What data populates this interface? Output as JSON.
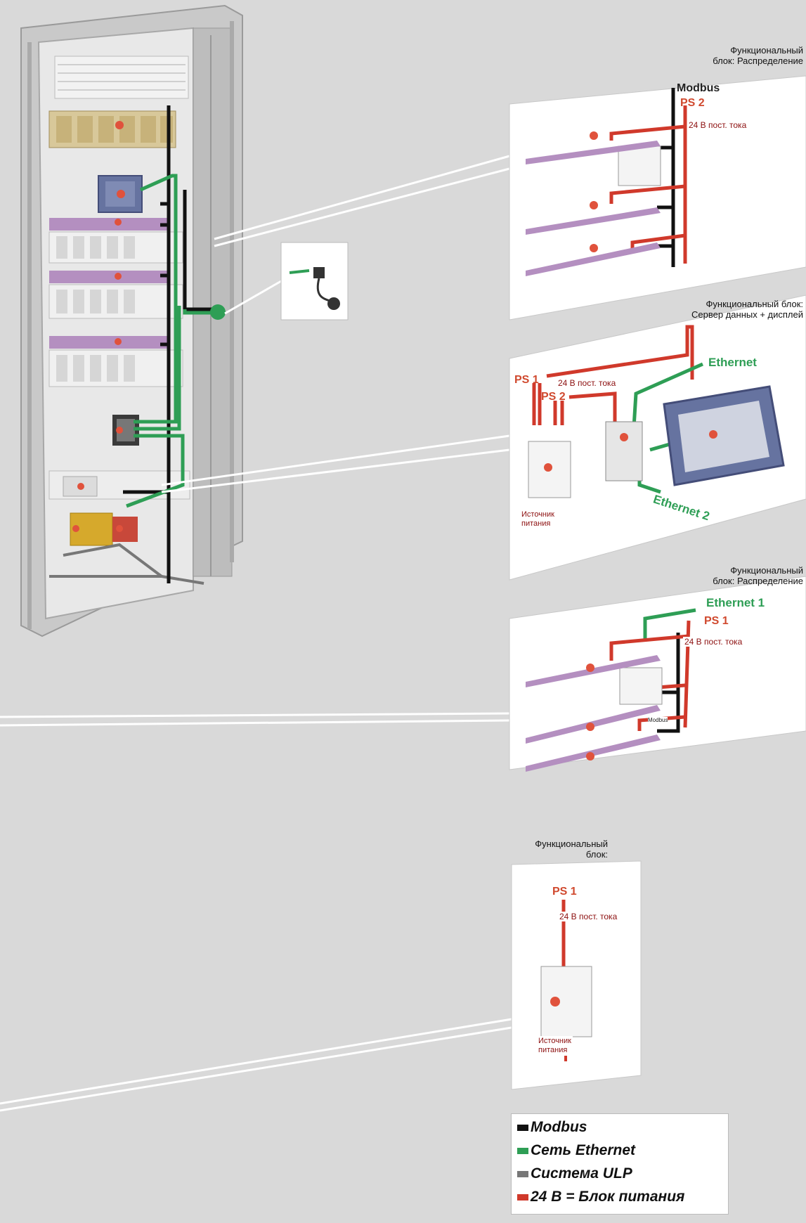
{
  "blocks": [
    {
      "title_line1": "Функциональный",
      "title_line2": "блок: Распределение",
      "modbus": "Modbus",
      "ps": "PS 2",
      "vdc": "24 В пост. тока"
    },
    {
      "title_line1": "Функциональный блок:",
      "title_line2": "Сервер данных + дисплей",
      "ps1": "PS 1",
      "ps2": "PS 2",
      "vdc": "24 В пост. тока",
      "ethernet": "Ethernet",
      "ethernet2": "Ethernet 2",
      "source_line1": "Источник",
      "source_line2": "питания"
    },
    {
      "title_line1": "Функциональный",
      "title_line2": "блок: Распределение",
      "ethernet1": "Ethernet 1",
      "ps": "PS 1",
      "vdc": "24 В пост. тока",
      "modbus_small": "Modbus"
    },
    {
      "title_line1": "Функциональный",
      "title_line2": "блок:",
      "ps": "PS 1",
      "vdc": "24 В пост. тока",
      "source_line1": "Источник",
      "source_line2": "питания"
    }
  ],
  "legend": [
    {
      "label": "Modbus",
      "color": "#111111"
    },
    {
      "label": "Сеть Ethernet",
      "color": "#2e9e55"
    },
    {
      "label": "Система ULP",
      "color": "#777777"
    },
    {
      "label": "24 В = Блок питания",
      "color": "#d0392b"
    }
  ],
  "colors": {
    "modbus": "#111111",
    "ethernet": "#2e9e55",
    "ulp": "#777777",
    "power": "#d0392b",
    "breaker": "#b48fc0"
  }
}
